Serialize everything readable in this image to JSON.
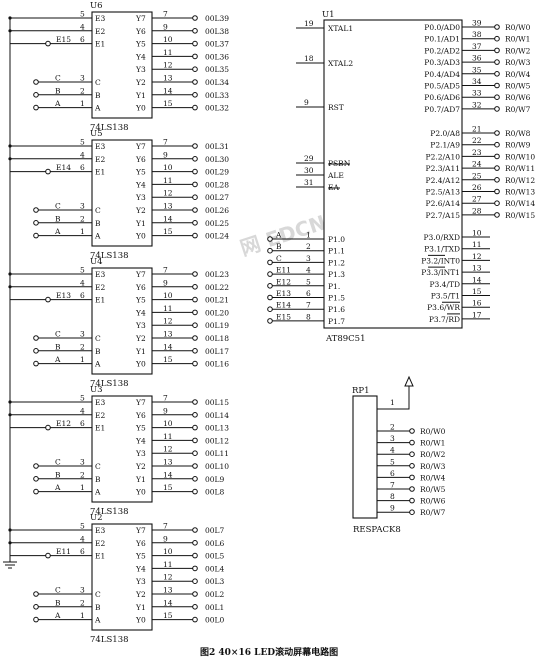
{
  "watermark": "网 EDCN.com",
  "caption": "图2 40×16 LED滚动屏幕电路图",
  "decoders": [
    {
      "ref": "U6",
      "part": "74LS138",
      "e1": "E15",
      "outputs": [
        "00L39",
        "00L38",
        "00L37",
        "00L36",
        "00L35",
        "00L34",
        "00L33",
        "00L32"
      ]
    },
    {
      "ref": "U5",
      "part": "74LS138",
      "e1": "E14",
      "outputs": [
        "00L31",
        "00L30",
        "00L29",
        "00L28",
        "00L27",
        "00L26",
        "00L25",
        "00L24"
      ]
    },
    {
      "ref": "U4",
      "part": "74LS138",
      "e1": "E13",
      "outputs": [
        "00L23",
        "00L22",
        "00L21",
        "00L20",
        "00L19",
        "00L18",
        "00L17",
        "00L16"
      ]
    },
    {
      "ref": "U3",
      "part": "74LS138",
      "e1": "E12",
      "outputs": [
        "00L15",
        "00L14",
        "00L13",
        "00L12",
        "00L11",
        "00L10",
        "00L9",
        "00L8"
      ]
    },
    {
      "ref": "U2",
      "part": "74LS138",
      "e1": "E11",
      "outputs": [
        "00L7",
        "00L6",
        "00L5",
        "00L4",
        "00L3",
        "00L2",
        "00L1",
        "00L0"
      ]
    }
  ],
  "decoder_pins": {
    "left": [
      {
        "num": "5",
        "label": "E3",
        "net": ""
      },
      {
        "num": "4",
        "label": "E2",
        "net": ""
      },
      {
        "num": "6",
        "label": "E1",
        "net": ""
      },
      {
        "num": "3",
        "label": "C",
        "net": "C"
      },
      {
        "num": "2",
        "label": "B",
        "net": "B"
      },
      {
        "num": "1",
        "label": "A",
        "net": "A"
      }
    ],
    "right_labels": [
      "Y7",
      "Y6",
      "Y5",
      "Y4",
      "Y3",
      "Y2",
      "Y1",
      "Y0"
    ],
    "right_nums": [
      "7",
      "9",
      "10",
      "11",
      "12",
      "13",
      "14",
      "15"
    ]
  },
  "mcu": {
    "ref": "U1",
    "part": "AT89C51",
    "left_pins": [
      {
        "num": "19",
        "label": "XTAL1"
      },
      {
        "num": "18",
        "label": "XTAL2"
      },
      {
        "num": "9",
        "label": "RST"
      },
      {
        "num": "29",
        "label": "PSBN"
      },
      {
        "num": "30",
        "label": "ALE"
      },
      {
        "num": "31",
        "label": "EA"
      }
    ],
    "p1": [
      {
        "net": "A",
        "num": "1",
        "label": "P1.0"
      },
      {
        "net": "B",
        "num": "2",
        "label": "P1.1"
      },
      {
        "net": "C",
        "num": "3",
        "label": "P1.2"
      },
      {
        "net": "E11",
        "num": "4",
        "label": "P1.3"
      },
      {
        "net": "E12",
        "num": "5",
        "label": "P1."
      },
      {
        "net": "E13",
        "num": "6",
        "label": "P1.5"
      },
      {
        "net": "E14",
        "num": "7",
        "label": "P1.6"
      },
      {
        "net": "E15",
        "num": "8",
        "label": "P1.7"
      }
    ],
    "p0": [
      {
        "label": "P0.0/AD0",
        "num": "39",
        "net": "R0/W0"
      },
      {
        "label": "P0.1/AD1",
        "num": "38",
        "net": "R0/W1"
      },
      {
        "label": "P0.2/AD2",
        "num": "37",
        "net": "R0/W2"
      },
      {
        "label": "P0.3/AD3",
        "num": "36",
        "net": "R0/W3"
      },
      {
        "label": "P0.4/AD4",
        "num": "35",
        "net": "R0/W4"
      },
      {
        "label": "P0.5/AD5",
        "num": "34",
        "net": "R0/W5"
      },
      {
        "label": "P0.6/AD6",
        "num": "33",
        "net": "R0/W6"
      },
      {
        "label": "P0.7/AD7",
        "num": "32",
        "net": "R0/W7"
      }
    ],
    "p2": [
      {
        "label": "P2.0/A8",
        "num": "21",
        "net": "R0/W8"
      },
      {
        "label": "P2.1/A9",
        "num": "22",
        "net": "R0/W9"
      },
      {
        "label": "P2.2/A10",
        "num": "23",
        "net": "R0/W10"
      },
      {
        "label": "P2.3/A11",
        "num": "24",
        "net": "R0/W11"
      },
      {
        "label": "P2.4/A12",
        "num": "25",
        "net": "R0/W12"
      },
      {
        "label": "P2.5/A13",
        "num": "26",
        "net": "R0/W13"
      },
      {
        "label": "P2.6/A14",
        "num": "27",
        "net": "R0/W14"
      },
      {
        "label": "P2.7/A15",
        "num": "28",
        "net": "R0/W15"
      }
    ],
    "p3": [
      {
        "label": "P3.0/RXD",
        "num": "10"
      },
      {
        "label": "P3.1/TXD",
        "num": "11"
      },
      {
        "label": "P3.2/INT0",
        "num": "12"
      },
      {
        "label": "P3.3/INT1",
        "num": "13"
      },
      {
        "label": "P3.4/TD",
        "num": "14"
      },
      {
        "label": "P3.5/T1",
        "num": "15"
      },
      {
        "label": "P3.6/WR",
        "num": "16"
      },
      {
        "label": "P3.7/RD",
        "num": "17"
      }
    ]
  },
  "rpack": {
    "ref": "RP1",
    "part": "RESPACK8",
    "common_pin": "1",
    "pins": [
      {
        "num": "2",
        "net": "R0/W0"
      },
      {
        "num": "3",
        "net": "R0/W1"
      },
      {
        "num": "4",
        "net": "R0/W2"
      },
      {
        "num": "5",
        "net": "R0/W3"
      },
      {
        "num": "6",
        "net": "R0/W4"
      },
      {
        "num": "7",
        "net": "R0/W5"
      },
      {
        "num": "8",
        "net": "R0/W6"
      },
      {
        "num": "9",
        "net": "R0/W7"
      }
    ]
  }
}
